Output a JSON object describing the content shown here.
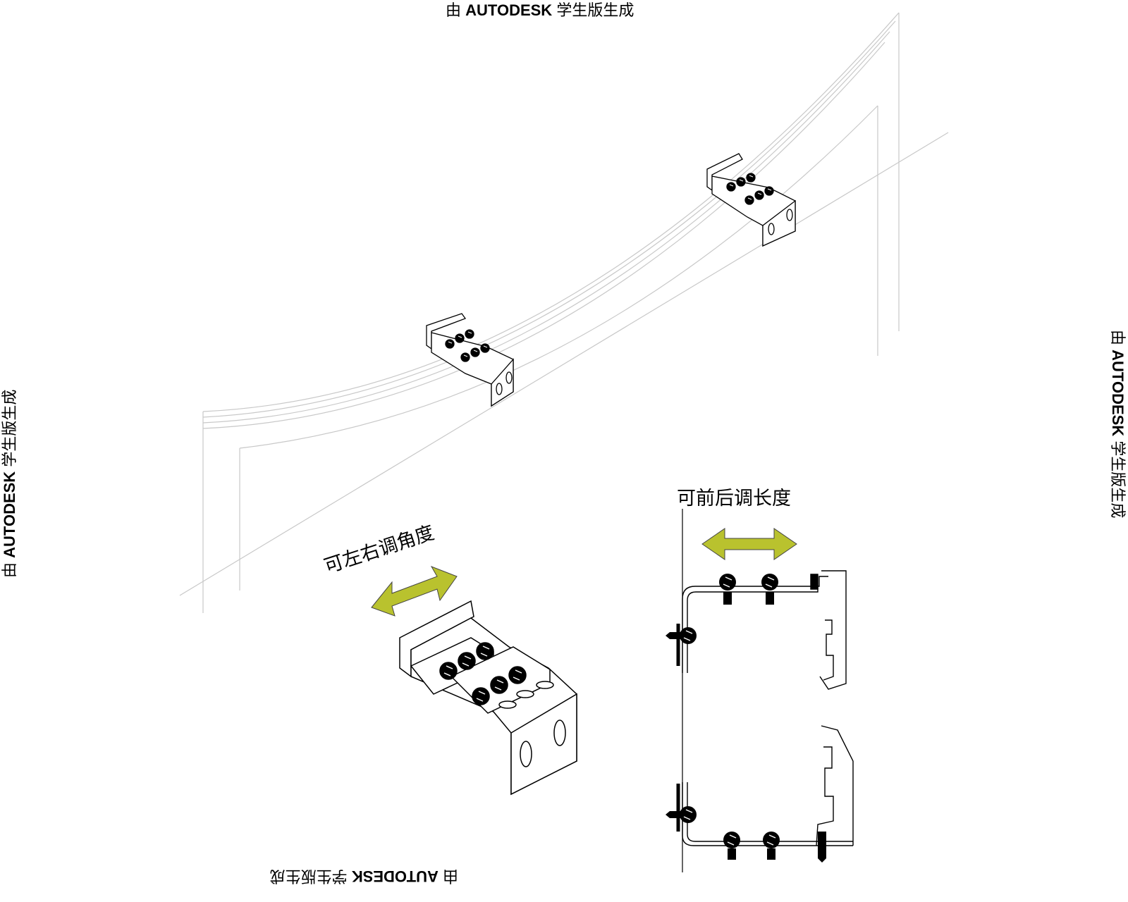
{
  "watermark": {
    "prefix": "由",
    "brand": "AUTODESK",
    "suffix": "学生版生成"
  },
  "captions": {
    "angle_adjust": "可左右调角度",
    "length_adjust": "可前后调长度"
  },
  "colors": {
    "arrow_fill": "#b9c22e",
    "line": "#000000",
    "guide_line": "#c8c8c8",
    "screw": "#000000"
  }
}
